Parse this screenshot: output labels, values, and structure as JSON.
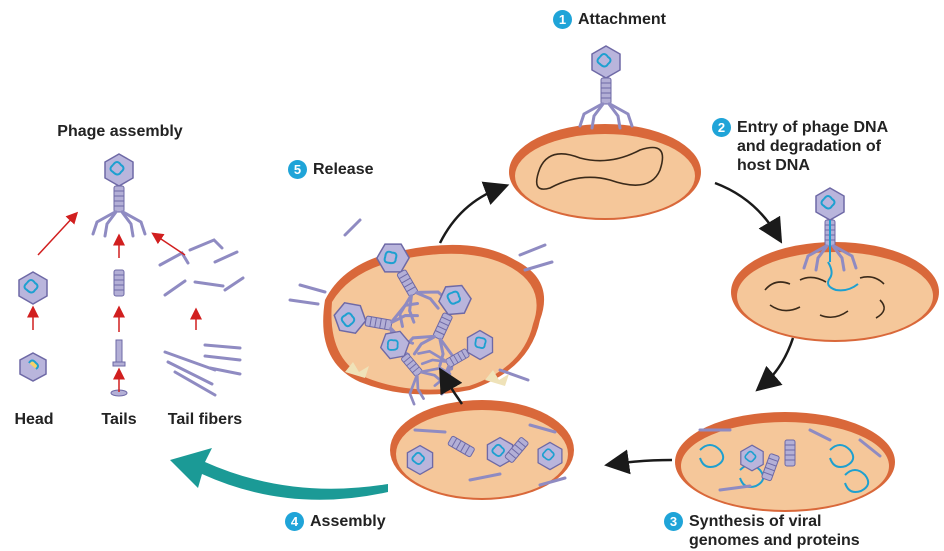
{
  "colors": {
    "badge": "#1fa4d8",
    "cell_fill": "#f5c79a",
    "cell_rim": "#d9683a",
    "phage": "#a9a5cf",
    "phage_dark": "#6e69a6",
    "dna": "#3a2a1a",
    "viral_dna": "#1da0d0",
    "arrow_small": "#d11f1f",
    "big_arrow": "#1b9a96",
    "cycle_arrow": "#1a1a1a"
  },
  "steps": [
    {
      "num": "1",
      "label": "Attachment",
      "icon": "badge-1"
    },
    {
      "num": "2",
      "lines": [
        "Entry of phage DNA",
        "and degradation of",
        "host DNA"
      ],
      "icon": "badge-2"
    },
    {
      "num": "3",
      "lines": [
        "Synthesis of viral",
        "genomes and proteins"
      ],
      "icon": "badge-3"
    },
    {
      "num": "4",
      "label": "Assembly",
      "icon": "badge-4"
    },
    {
      "num": "5",
      "label": "Release",
      "icon": "badge-5"
    }
  ],
  "assembly": {
    "title": "Phage assembly",
    "parts": [
      "Head",
      "Tails",
      "Tail fibers"
    ]
  }
}
